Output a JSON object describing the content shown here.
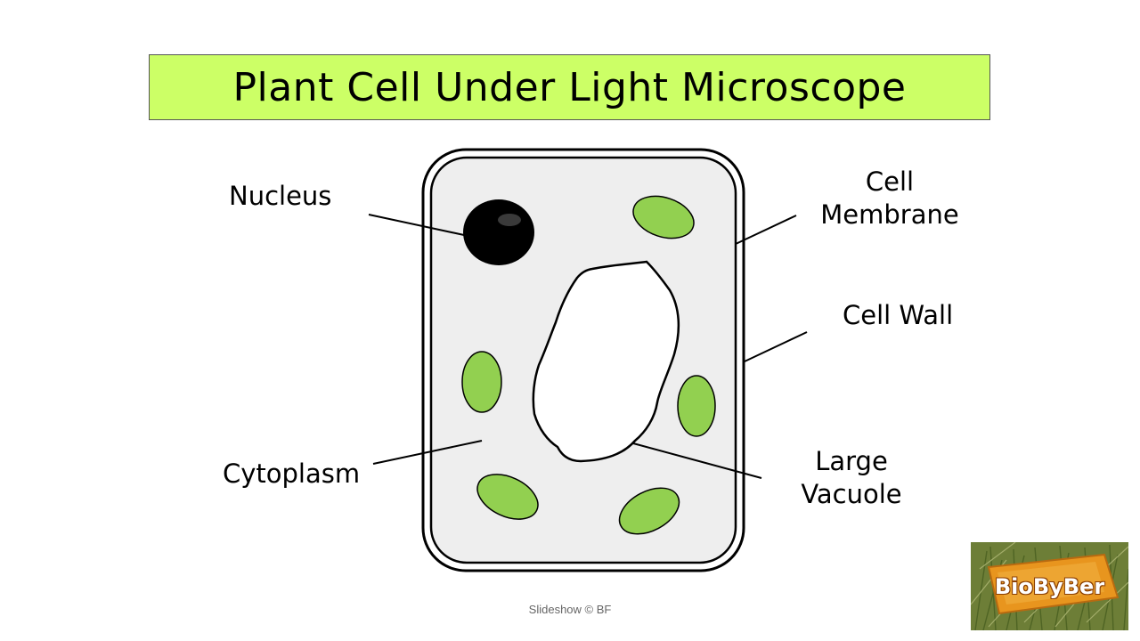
{
  "slide": {
    "title": "Plant Cell Under Light Microscope",
    "footer": "Slideshow © BF"
  },
  "labels": {
    "nucleus": "Nucleus",
    "cell_membrane_line1": "Cell",
    "cell_membrane_line2": "Membrane",
    "cell_wall": "Cell Wall",
    "cytoplasm": "Cytoplasm",
    "large_vacuole_line1": "Large",
    "large_vacuole_line2": "Vacuole"
  },
  "logo": {
    "text": "BioByBer"
  },
  "colors": {
    "title_background": "#ccff66",
    "cytoplasm": "#eeeeee",
    "chloroplast": "#92d050",
    "nucleus": "#000000",
    "vacuole": "#ffffff"
  }
}
